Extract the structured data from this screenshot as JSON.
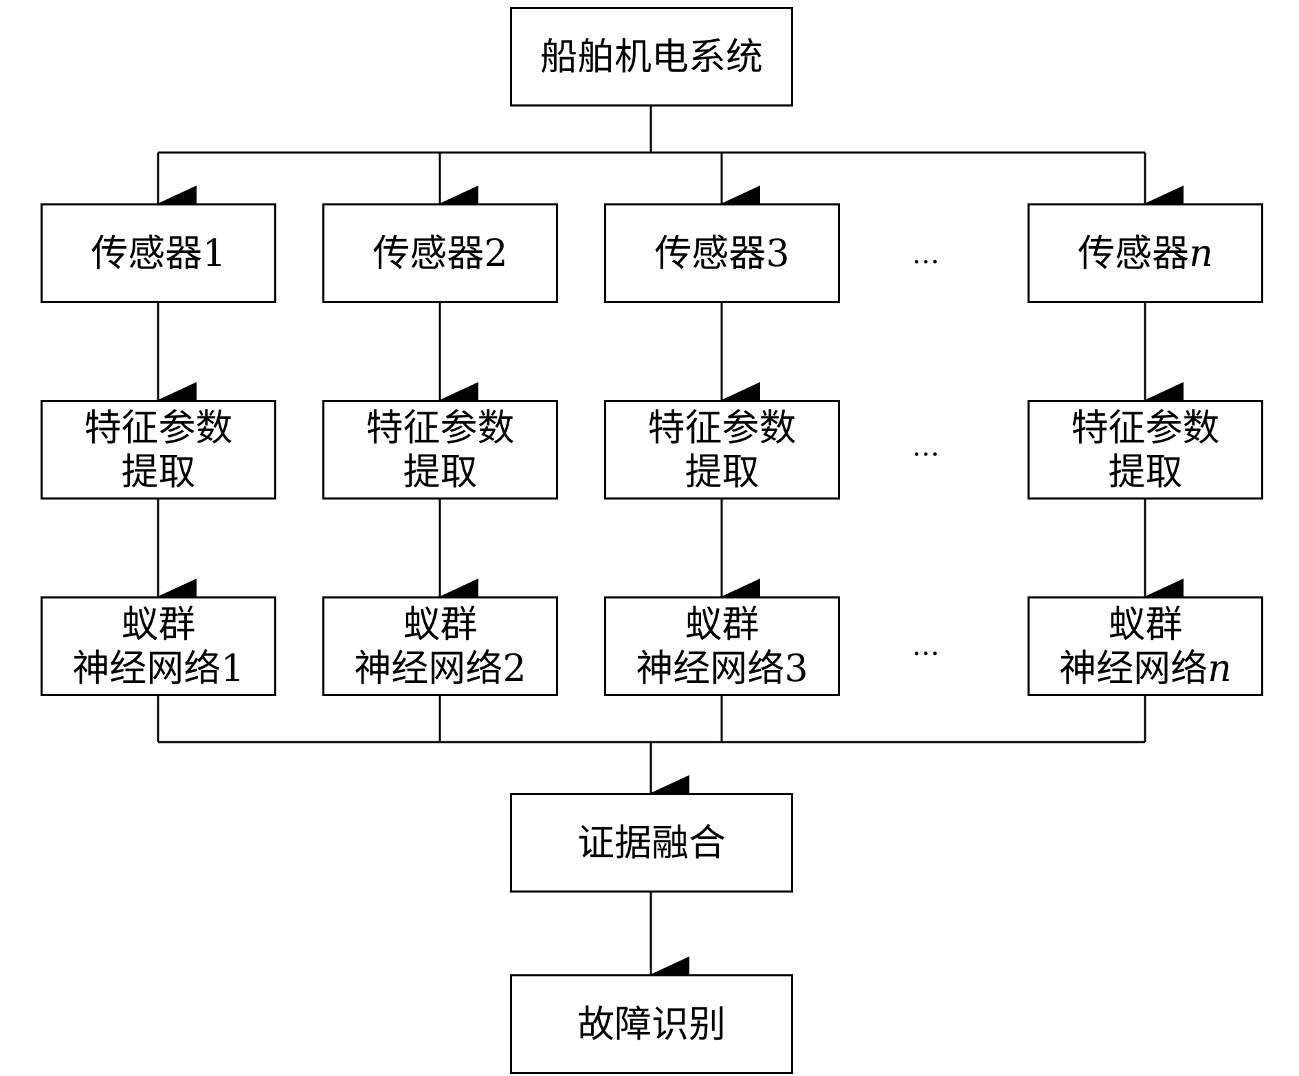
{
  "diagram": {
    "top": "船舶机电系统",
    "sensors": [
      {
        "label": "传感器",
        "suffix": "1",
        "italic": false
      },
      {
        "label": "传感器",
        "suffix": "2",
        "italic": false
      },
      {
        "label": "传感器",
        "suffix": "3",
        "italic": false
      },
      {
        "label": "传感器",
        "suffix": "n",
        "italic": true
      }
    ],
    "feature": {
      "line1": "特征参数",
      "line2": "提取"
    },
    "network": {
      "line1": "蚁群",
      "line2_prefix": "神经网络",
      "suffixes": [
        "1",
        "2",
        "3",
        "n"
      ],
      "italic": [
        false,
        false,
        false,
        true
      ]
    },
    "ellipsis": "…",
    "fusion": "证据融合",
    "result": "故障识别"
  }
}
